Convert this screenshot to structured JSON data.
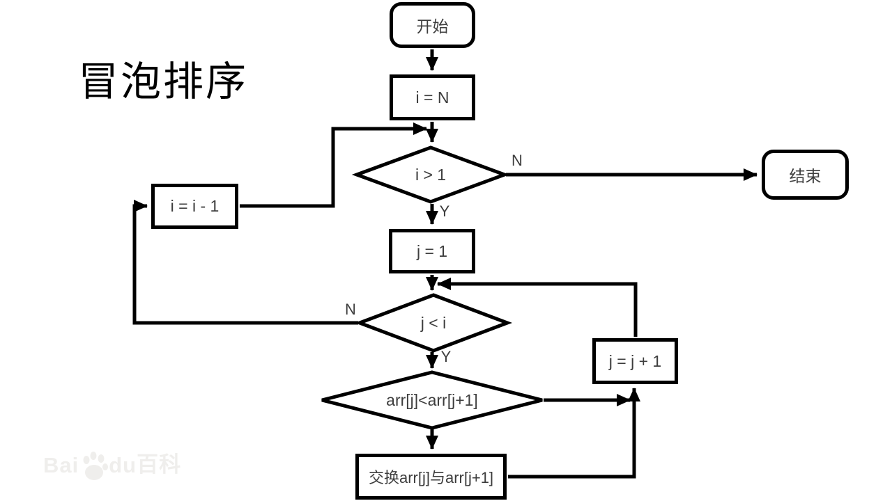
{
  "title": "冒泡排序",
  "nodes": {
    "start": {
      "label": "开始"
    },
    "init_i": {
      "label": "i = N"
    },
    "cond_i": {
      "label": "i > 1"
    },
    "end": {
      "label": "结束"
    },
    "init_j": {
      "label": "j = 1"
    },
    "cond_j": {
      "label": "j < i"
    },
    "cond_arr": {
      "label": "arr[j]<arr[j+1]"
    },
    "swap": {
      "label": "交换arr[j]与arr[j+1]"
    },
    "inc_j": {
      "label": "j = j + 1"
    },
    "dec_i": {
      "label": "i = i - 1"
    }
  },
  "edge_labels": {
    "cond_i_no": "N",
    "cond_i_yes": "Y",
    "cond_j_no": "N",
    "cond_j_yes": "Y"
  },
  "watermark": {
    "part1": "Bai",
    "part2": "du",
    "part3": "百科"
  },
  "colors": {
    "line": "#000000",
    "node_text": "#3d3d3d",
    "title": "#000000",
    "watermark": "#efeeec"
  }
}
